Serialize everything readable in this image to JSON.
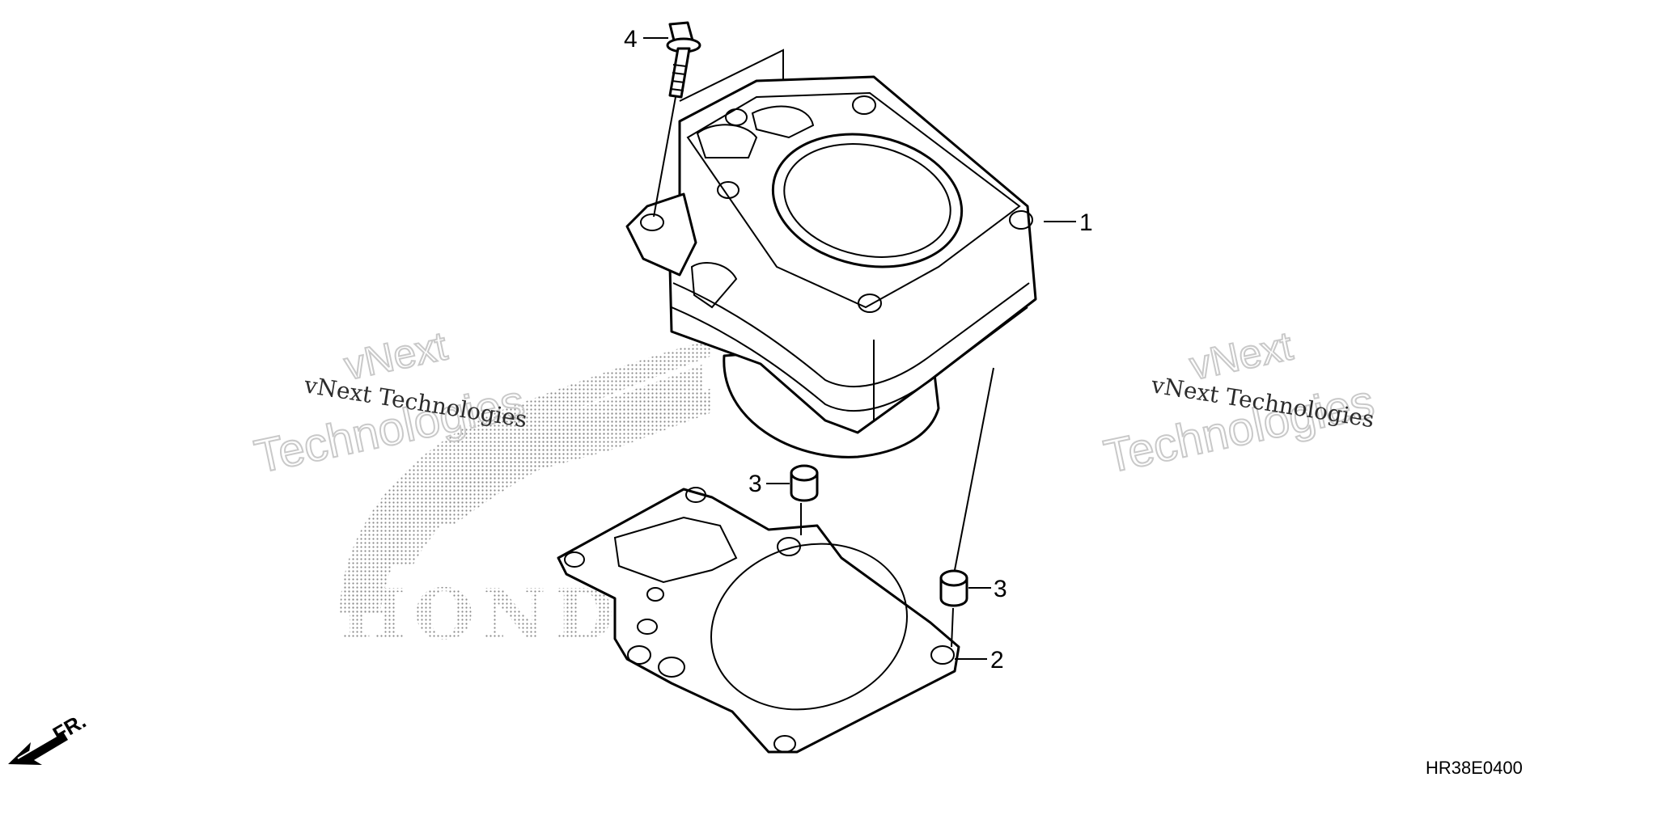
{
  "diagram": {
    "callouts": {
      "c1": "1",
      "c2": "2",
      "c3a": "3",
      "c3b": "3",
      "c4": "4"
    },
    "part_code": "HR38E0400",
    "front_label": "FR.",
    "watermark": {
      "left_caption": "vNext Technologies",
      "left_outline_line1": "vNext",
      "left_outline_line2": "Technologies",
      "right_caption": "vNext Technologies",
      "right_outline_line1": "vNext",
      "right_outline_line2": "Technologies",
      "brand": "HONDA"
    }
  }
}
